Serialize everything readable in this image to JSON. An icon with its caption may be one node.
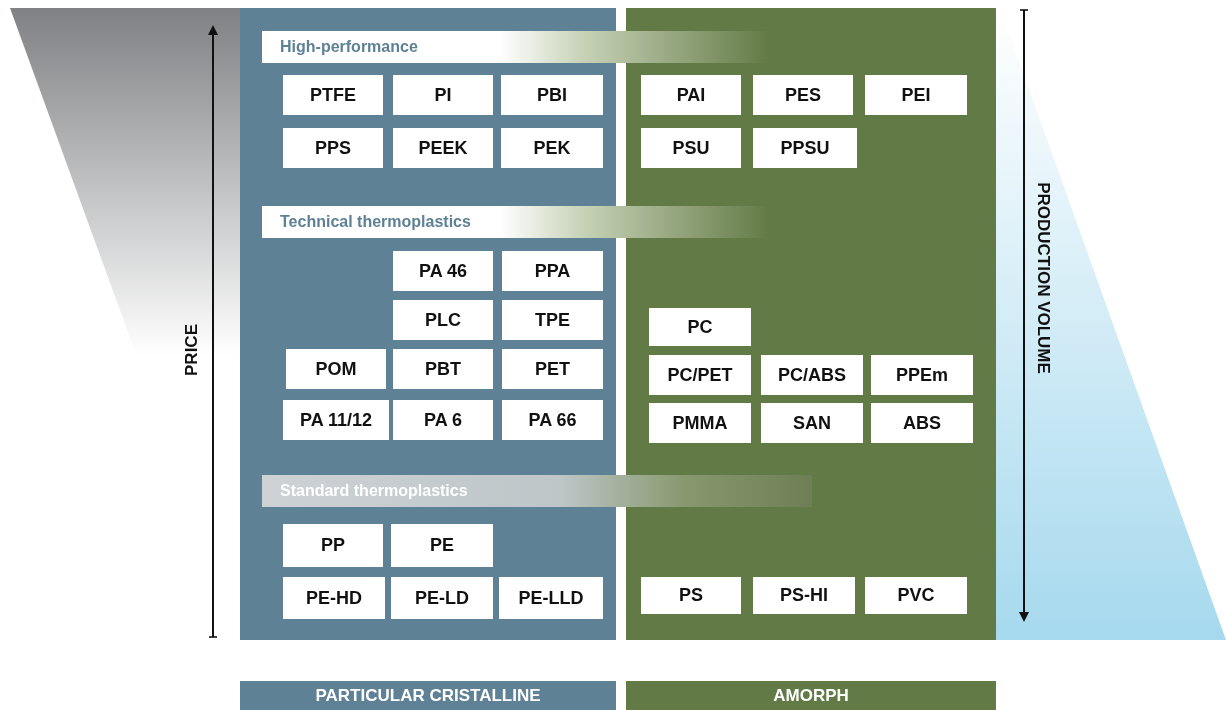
{
  "diagram": {
    "nodes": [
      {
        "text": [
          "High-performance"
        ]
      },
      {
        "text": [
          "PTFE"
        ]
      },
      {
        "text": [
          "PI"
        ]
      },
      {
        "text": [
          "PBI"
        ]
      },
      {
        "text": [
          "PAI"
        ]
      },
      {
        "text": [
          "PES"
        ]
      },
      {
        "text": [
          "PEI"
        ]
      },
      {
        "text": [
          "PPS"
        ]
      },
      {
        "text": [
          "PEEK"
        ]
      },
      {
        "text": [
          "PEK"
        ]
      },
      {
        "text": [
          "PSU"
        ]
      },
      {
        "text": [
          "PPSU"
        ]
      },
      {
        "text": [
          "Technical thermoplastics"
        ]
      },
      {
        "text": [
          "PA 46"
        ]
      },
      {
        "text": [
          "PPA"
        ]
      },
      {
        "text": [
          "PLC"
        ]
      },
      {
        "text": [
          "TPE"
        ]
      },
      {
        "text": [
          "PC"
        ]
      },
      {
        "text": [
          "POM"
        ]
      },
      {
        "text": [
          "PBT"
        ]
      },
      {
        "text": [
          "PET"
        ]
      },
      {
        "text": [
          "PC/PET"
        ]
      },
      {
        "text": [
          "PC/ABS"
        ]
      },
      {
        "text": [
          "PPEm"
        ]
      },
      {
        "text": [
          "PA 11/12"
        ]
      },
      {
        "text": [
          "PA 6"
        ]
      },
      {
        "text": [
          "PA 66"
        ]
      },
      {
        "text": [
          "PMMA"
        ]
      },
      {
        "text": [
          "SAN"
        ]
      },
      {
        "text": [
          "ABS"
        ]
      },
      {
        "text": [
          "Standard thermoplastics"
        ]
      },
      {
        "text": [
          "PP"
        ]
      },
      {
        "text": [
          "PE"
        ]
      },
      {
        "text": [
          "PE-HD"
        ]
      },
      {
        "text": [
          "PE-LD"
        ]
      },
      {
        "text": [
          "PE-LLD"
        ]
      },
      {
        "text": [
          "PS"
        ]
      },
      {
        "text": [
          "PS-HI"
        ]
      },
      {
        "text": [
          "PVC"
        ]
      },
      {
        "text": [
          "PARTICULAR CRISTALLINE"
        ]
      },
      {
        "text": [
          "AMORPH"
        ]
      }
    ],
    "labels": [
      "PRICE",
      "PRODUCTION VOLUME"
    ]
  }
}
